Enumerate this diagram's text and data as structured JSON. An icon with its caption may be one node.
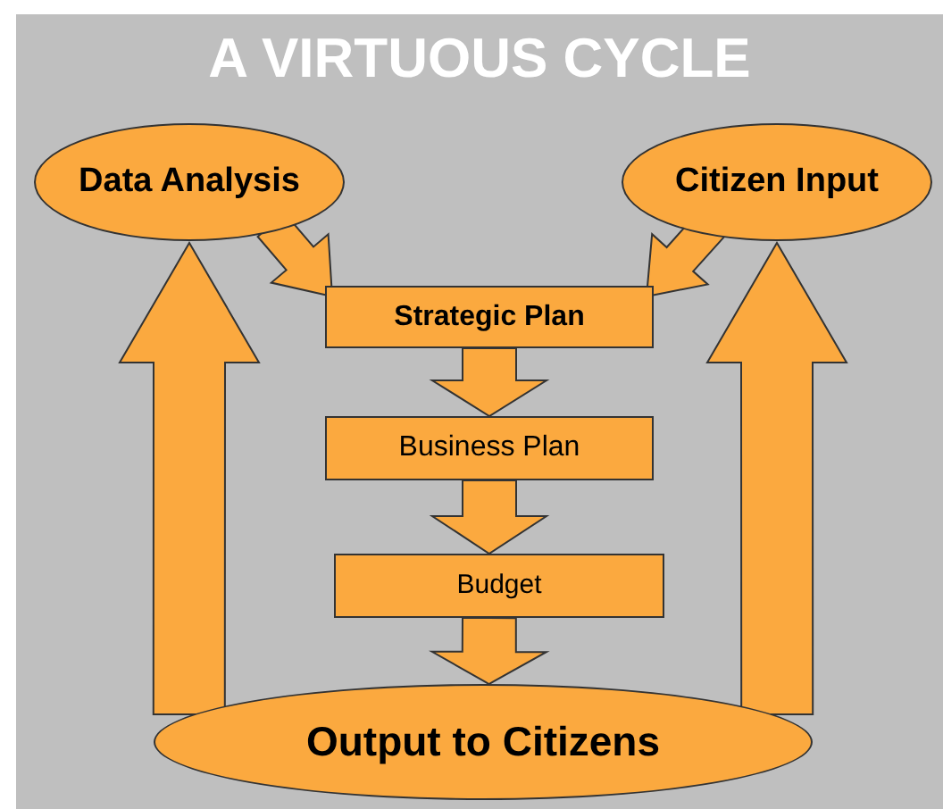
{
  "diagram": {
    "title": "A VIRTUOUS CYCLE",
    "nodes": [
      {
        "text": [
          "Data Analysis"
        ]
      },
      {
        "text": [
          "Citizen Input"
        ]
      },
      {
        "text": [
          "Strategic Plan"
        ]
      },
      {
        "text": [
          "Business Plan"
        ]
      },
      {
        "text": [
          "Budget"
        ]
      },
      {
        "text": [
          "Output to Citizens"
        ]
      }
    ],
    "edges": [
      {
        "from": 0,
        "to": 2,
        "arrow": "to"
      },
      {
        "from": 1,
        "to": 2,
        "arrow": "to"
      },
      {
        "from": 2,
        "to": 3,
        "arrow": "to"
      },
      {
        "from": 3,
        "to": 4,
        "arrow": "to"
      },
      {
        "from": 4,
        "to": 5,
        "arrow": "to"
      },
      {
        "from": 5,
        "to": 0,
        "arrow": "to"
      },
      {
        "from": 5,
        "to": 1,
        "arrow": "to"
      }
    ]
  }
}
